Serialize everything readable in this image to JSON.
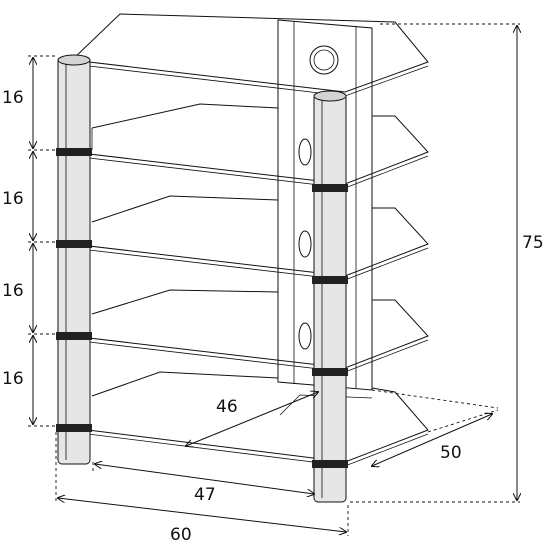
{
  "diagram": {
    "dimensions": {
      "shelf_gap_1": "16",
      "shelf_gap_2": "16",
      "shelf_gap_3": "16",
      "shelf_gap_4": "16",
      "total_height": "75",
      "inner_depth": "46",
      "depth": "50",
      "inner_width": "47",
      "total_width": "60"
    },
    "colors": {
      "line": "#111111",
      "pillar_fill": "#e6e6e6",
      "pillar_ring": "#222222",
      "shelf_fill": "#ffffff"
    }
  }
}
